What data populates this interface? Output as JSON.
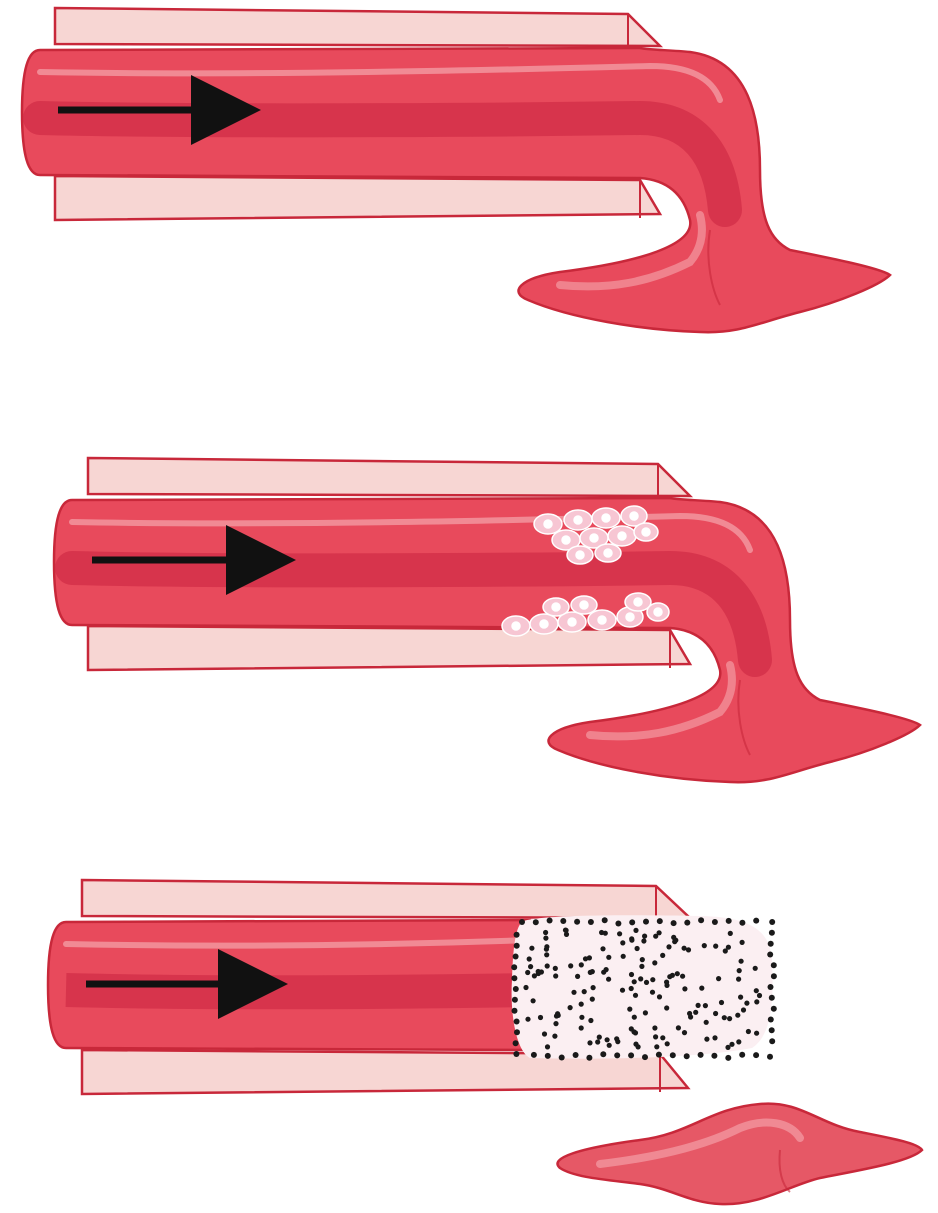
{
  "colors": {
    "outline": "#c8283a",
    "vessel_wall": "#f7d6d3",
    "lumen": "#e84a5c",
    "lumen_core": "#d22e47",
    "highlight": "#f39aa3",
    "clot": "#e65866",
    "plaque_cell": "#f7c6d3",
    "plaque_nucleus": "#ffffff",
    "embolus_fill": "#fbeff2",
    "embolus_dots": "#1a1a1a",
    "arrow": "#111111"
  },
  "panels": [
    {
      "id": "normal",
      "flow_arrow": true,
      "plaque": false,
      "embolus": false,
      "detached_clot": false
    },
    {
      "id": "plaque",
      "flow_arrow": true,
      "plaque": true,
      "embolus": false,
      "detached_clot": false
    },
    {
      "id": "embolus",
      "flow_arrow": true,
      "plaque": false,
      "embolus": true,
      "detached_clot": true
    }
  ]
}
